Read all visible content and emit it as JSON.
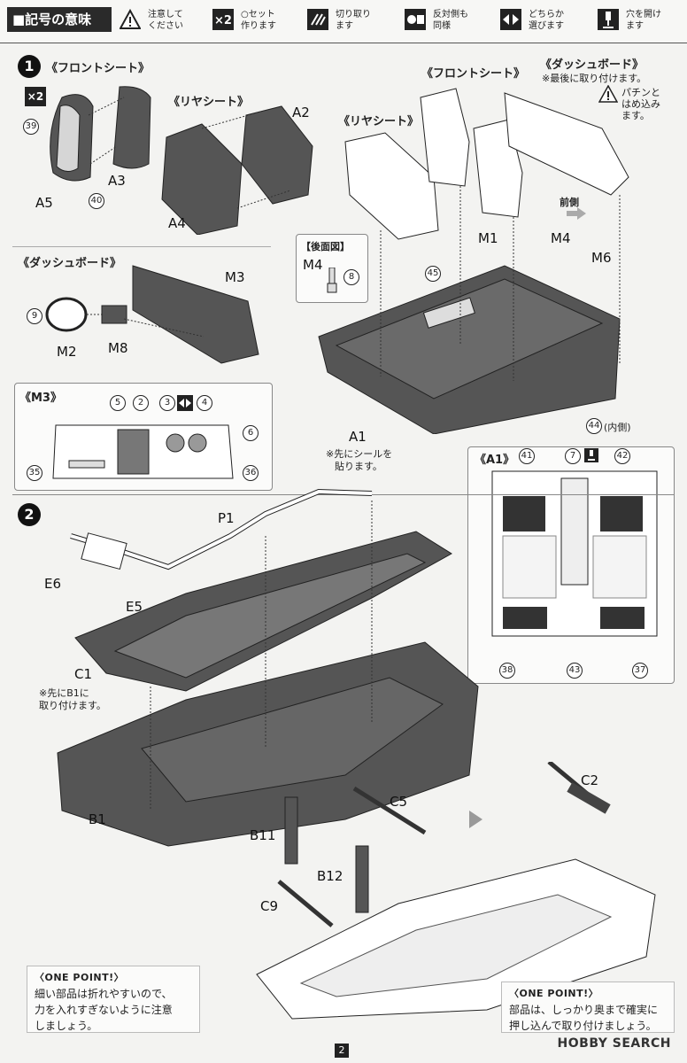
{
  "legend": {
    "title": "■記号の意味",
    "items": [
      {
        "icon": "caution-triangle-icon",
        "text1": "注意して",
        "text2": "ください"
      },
      {
        "icon": "x2-icon",
        "text1": "○セット",
        "text2": "作ります"
      },
      {
        "icon": "cut-icon",
        "text1": "切り取り",
        "text2": "ます"
      },
      {
        "icon": "opposite-side-icon",
        "text1": "反対側も",
        "text2": "同様"
      },
      {
        "icon": "choose-one-icon",
        "text1": "どちらか",
        "text2": "選びます"
      },
      {
        "icon": "drill-hole-icon",
        "text1": "穴を開け",
        "text2": "ます"
      }
    ]
  },
  "step1": {
    "number": "1",
    "front_seat_header": "《フロントシート》",
    "rear_seat_header": "《リヤシート》",
    "dashboard_header": "《ダッシュボード》",
    "m3_header": "《M3》",
    "a1_header": "《A1》",
    "rear_view_header": "【後面図】",
    "x2": "×2",
    "labels": {
      "a5": "A5",
      "a3": "A3",
      "a2": "A2",
      "a4": "A4",
      "m3": "M3",
      "m2": "M2",
      "m8": "M8",
      "m4": "M4",
      "m1": "M1",
      "m6": "M6",
      "a1": "A1"
    },
    "circled": {
      "c39": "39",
      "c40": "40",
      "c9": "9",
      "c5": "5",
      "c2": "2",
      "c3": "3",
      "c4": "4",
      "c6": "6",
      "c35": "35",
      "c36": "36",
      "c8": "8",
      "c45": "45",
      "c44": "44",
      "c41": "41",
      "c7": "7",
      "c42": "42",
      "c38": "38",
      "c43": "43",
      "c37": "37"
    },
    "diagram_rear_seat": "《リヤシート》",
    "diagram_front_seat": "《フロントシート》",
    "diagram_dashboard": "《ダッシュボード》",
    "note_last": "※最後に取り付けます。",
    "note_snap1": "パチンと",
    "note_snap2": "はめ込み",
    "note_snap3": "ます。",
    "forward": "前側",
    "inside": "(内側)",
    "note_sticker1": "※先にシールを",
    "note_sticker2": "貼ります。"
  },
  "step2": {
    "number": "2",
    "labels": {
      "p1": "P1",
      "e6": "E6",
      "e5": "E5",
      "c1": "C1",
      "b1": "B1",
      "c2": "C2",
      "c5": "C5",
      "b11": "B11",
      "b12": "B12",
      "c9": "C9"
    },
    "note_b1_1": "※先にB1に",
    "note_b1_2": "取り付けます。"
  },
  "one_point_left": {
    "title": "〈ONE POINT!〉",
    "line1": "細い部品は折れやすいので、",
    "line2": "力を入れすぎないように注意",
    "line3": "しましょう。"
  },
  "one_point_right": {
    "title": "〈ONE POINT!〉",
    "line1": "部品は、しっかり奥まで確実に",
    "line2": "押し込んで取り付けましょう。"
  },
  "page_number": "2",
  "watermark": "HOBBY SEARCH"
}
